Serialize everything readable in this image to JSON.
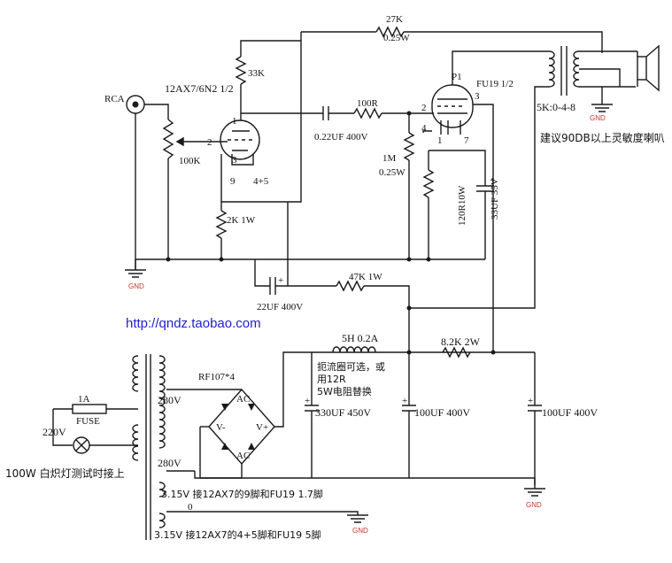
{
  "colors": {
    "wire": "#1a1a1a",
    "ground_label": "#c0392b",
    "url": "#2222cc"
  },
  "labels": {
    "rca": "RCA",
    "tube1": "12AX7/6N2  1/2",
    "tube1_pin1": "1",
    "tube1_pin2": "2",
    "tube1_pin3": "3",
    "tube1_pin9": "9",
    "tube1_pin45": "4+5",
    "r33k": "33K",
    "vol": "100K",
    "r2k": "2K  1W",
    "c022": "0.22UF 400V",
    "r100": "100R",
    "r1m": "1M",
    "r1m_w": "0.25W",
    "r27k": "27K",
    "r27k_w": "0.25W",
    "tube2": "FU19  1/2",
    "p1": "P1",
    "tube2_pin2": "2",
    "tube2_pin3": "3",
    "tube2_pin4": "4",
    "tube2_pin1": "1",
    "tube2_pin7": "7",
    "r120": "120R10W",
    "c33": "33UF 35V",
    "ot": "5K:0-4-8",
    "speaker_note": "建议90DB以上灵敏度喇叭",
    "c22": "22UF 400V",
    "r47k": "47K  1W",
    "url": "http://qndz.taobao.com",
    "choke": "5H  0.2A",
    "r82k": "8.2K  2W",
    "choke_note1": "扼流圈可选，或",
    "choke_note2": "用12R",
    "choke_note3": "5W电阻替换",
    "c330": "330UF  450V",
    "c100a": "100UF  400V",
    "c100b": "100UF  400V",
    "rect": "RF107*4",
    "ac_top": "AC",
    "ac_bot": "AC",
    "vminus": "V-",
    "vplus": "V+",
    "v280a": "280V",
    "v280b": "280V",
    "fuse_a": "1A",
    "fuse": "FUSE",
    "mains": "220V",
    "bulb_note": "100W  白炽灯测试时接上",
    "heater1": "3.15V  接12AX7的9脚和FU19  1.7脚",
    "heater_zero": "0",
    "heater2": "3.15V    接12AX7的4+5脚和FU19  5脚",
    "plus": "+",
    "gnd": "GND"
  }
}
